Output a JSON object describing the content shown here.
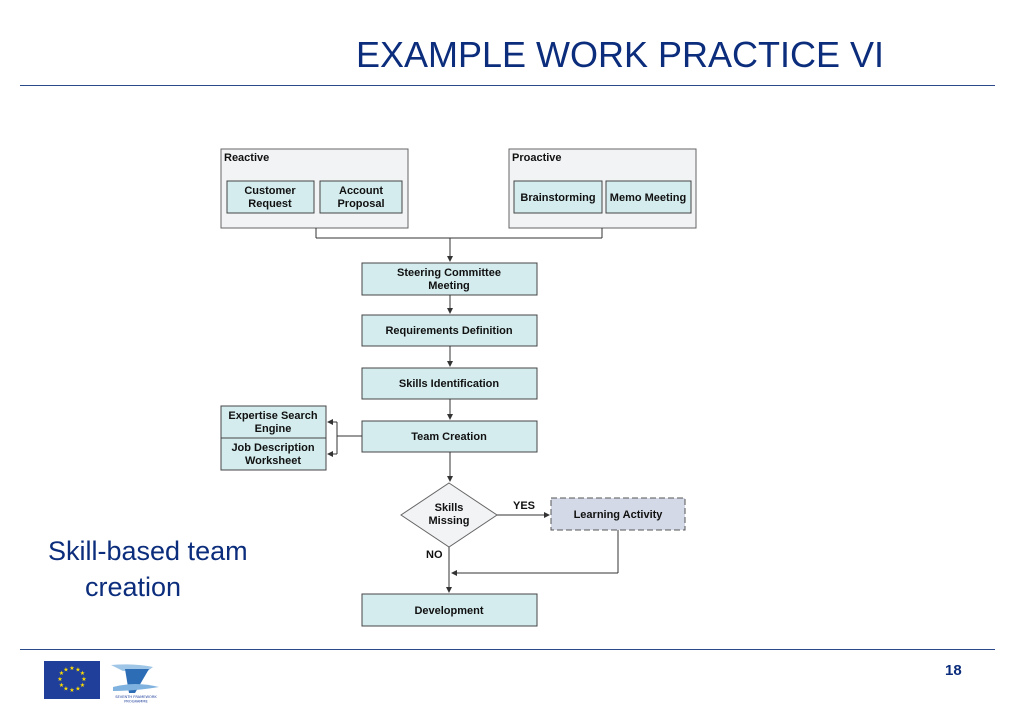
{
  "slide": {
    "title": "EXAMPLE WORK PRACTICE VI",
    "caption_line1": "Skill-based team",
    "caption_line2": "creation",
    "page_number": "18"
  },
  "diagram": {
    "reactive_group": "Reactive",
    "proactive_group": "Proactive",
    "customer_request_1": "Customer",
    "customer_request_2": "Request",
    "account_proposal_1": "Account",
    "account_proposal_2": "Proposal",
    "brainstorming": "Brainstorming",
    "memo_meeting": "Memo Meeting",
    "steering_1": "Steering Committee",
    "steering_2": "Meeting",
    "requirements": "Requirements Definition",
    "skills_identification": "Skills Identification",
    "team_creation": "Team Creation",
    "expertise_1": "Expertise Search",
    "expertise_2": "Engine",
    "job_1": "Job Description",
    "job_2": "Worksheet",
    "skills_missing_1": "Skills",
    "skills_missing_2": "Missing",
    "yes_label": "YES",
    "no_label": "NO",
    "learning_activity": "Learning Activity",
    "development": "Development"
  },
  "footer": {
    "logo_text_1": "SEVENTH FRAMEWORK",
    "logo_text_2": "PROGRAMME"
  },
  "colors": {
    "title": "#0b2d7c",
    "box_fill": "#d4ecee",
    "group_fill": "#f2f3f5",
    "learning_fill": "#d3d9e6"
  },
  "icons": [
    "eu-flag-icon",
    "fp7-logo-icon"
  ]
}
